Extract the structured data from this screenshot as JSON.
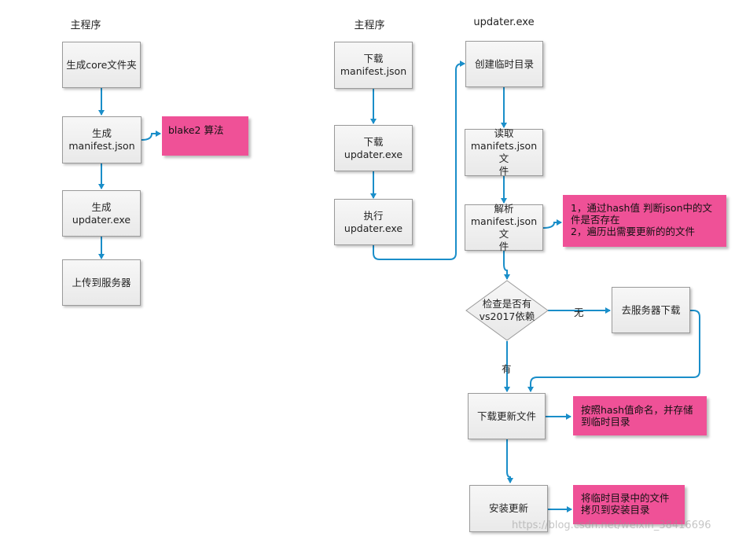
{
  "left": {
    "title": "主程序",
    "steps": [
      "生成core文件夹",
      "生成\nmanifest.json",
      "生成updater.exe",
      "上传到服务器"
    ],
    "note": "blake2 算法"
  },
  "middle": {
    "title": "主程序",
    "steps": [
      "下载\nmanifest.json",
      "下载updater.exe",
      "执行updater.exe"
    ]
  },
  "right": {
    "title": "updater.exe",
    "steps": [
      "创建临时目录",
      "读取\nmanifets.json文\n件",
      "解析\nmanifest.json文\n件"
    ],
    "decision": "检查是否有\nvs2017依赖",
    "no_label": "无",
    "yes_label": "有",
    "download_box": "去服务器下载",
    "download_files": "下载更新文件",
    "install": "安装更新",
    "note_parse": "1，通过hash值 判断json中的文\n件是否存在\n2，遍历出需要更新的的文件",
    "note_download": "按照hash值命名，并存储\n到临时目录",
    "note_install": "将临时目录中的文件\n拷贝到安装目录"
  },
  "watermark": "https://blog.csdn.net/weixin_38416696"
}
